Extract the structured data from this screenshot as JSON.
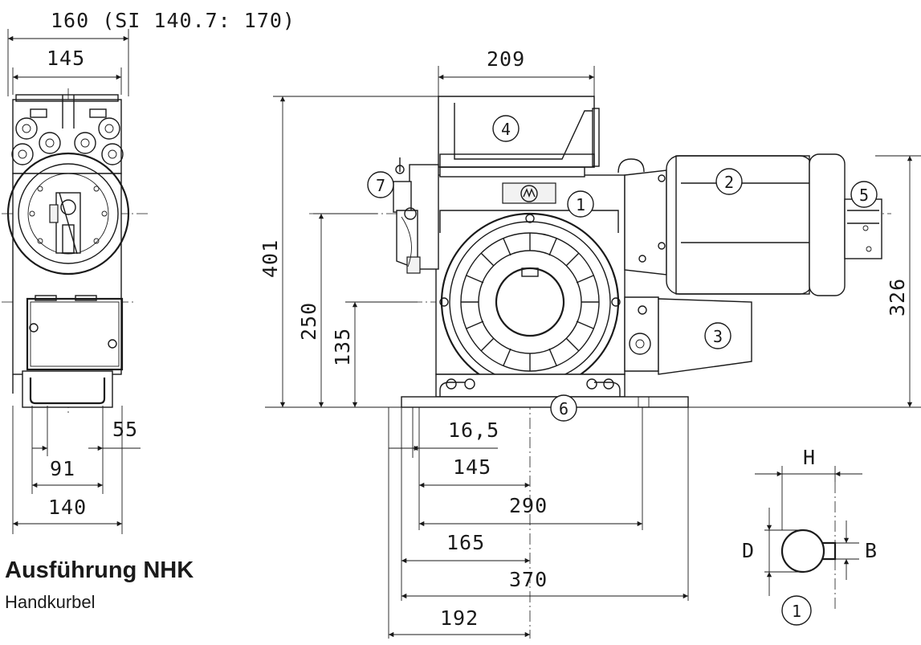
{
  "title": "Ausführung NHK",
  "subtitle": "Handkurbel",
  "dimensions": {
    "side_width": "160 (SI 140.7: 170)",
    "side_inner": "145",
    "top_width": "209",
    "height_total": "401",
    "height_axis": "250",
    "height_shaft": "135",
    "height_motor": "326",
    "side_foot_offset": "55",
    "side_foot_inner": "91",
    "side_foot_outer": "140",
    "hole_offset": "16,5",
    "half_hole": "145",
    "hole_spacing": "290",
    "half_base": "165",
    "base_length": "370",
    "base_offset": "192"
  },
  "balloons": [
    "1",
    "2",
    "3",
    "4",
    "5",
    "6",
    "7"
  ],
  "key_detail": {
    "label_h": "H",
    "label_d": "D",
    "label_b": "B",
    "balloon": "1"
  }
}
